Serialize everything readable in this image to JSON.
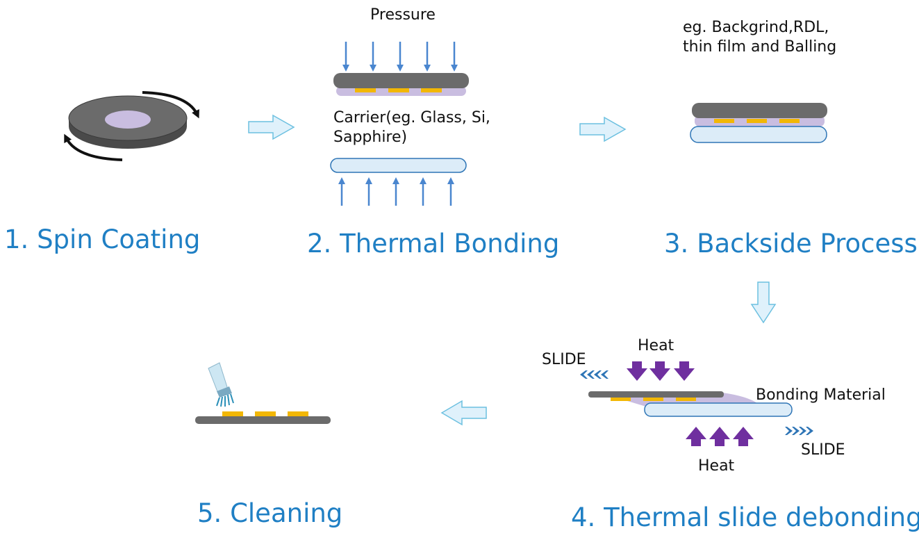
{
  "steps": [
    {
      "title": "1. Spin Coating"
    },
    {
      "title": "2. Thermal Bonding",
      "pressure_label": "Pressure",
      "carrier_label_line1": "Carrier(eg. Glass, Si,",
      "carrier_label_line2": "Sapphire)"
    },
    {
      "title": "3. Backside Process",
      "note_line1": "eg. Backgrind,RDL,",
      "note_line2": "thin film and Balling"
    },
    {
      "title": "4. Thermal slide debonding",
      "heat_top": "Heat",
      "heat_bottom": "Heat",
      "slide_left": "SLIDE",
      "slide_right": "SLIDE",
      "bonding_material": "Bonding Material"
    },
    {
      "title": "5. Cleaning"
    }
  ],
  "colors": {
    "title": "#1f7fc4",
    "wafer": "#6b6b6b",
    "coating": "#c9bde0",
    "chip": "#f2b705",
    "carrier_fill": "#dcecf8",
    "carrier_stroke": "#2e75b6",
    "pressure_arrow": "#4a86cf",
    "flow_arrow_fill": "#dff1fb",
    "flow_arrow_stroke": "#6cc0e0",
    "heat_arrow": "#6f2f9f",
    "slide_chevron": "#2e75b6"
  }
}
